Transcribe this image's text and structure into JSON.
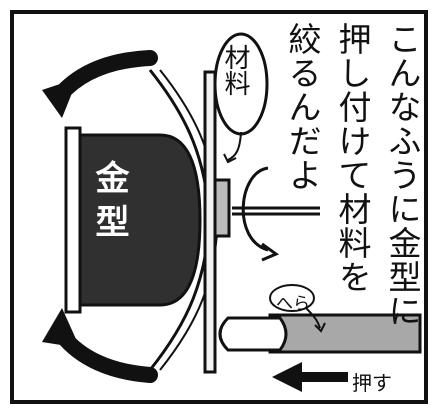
{
  "caption": {
    "lines": [
      "こんなふうに金型に",
      "押し付けて材料を",
      "絞るんだよ"
    ]
  },
  "labels": {
    "mold": "金型",
    "material": "材料",
    "spatula": "へら",
    "push": "押す"
  }
}
